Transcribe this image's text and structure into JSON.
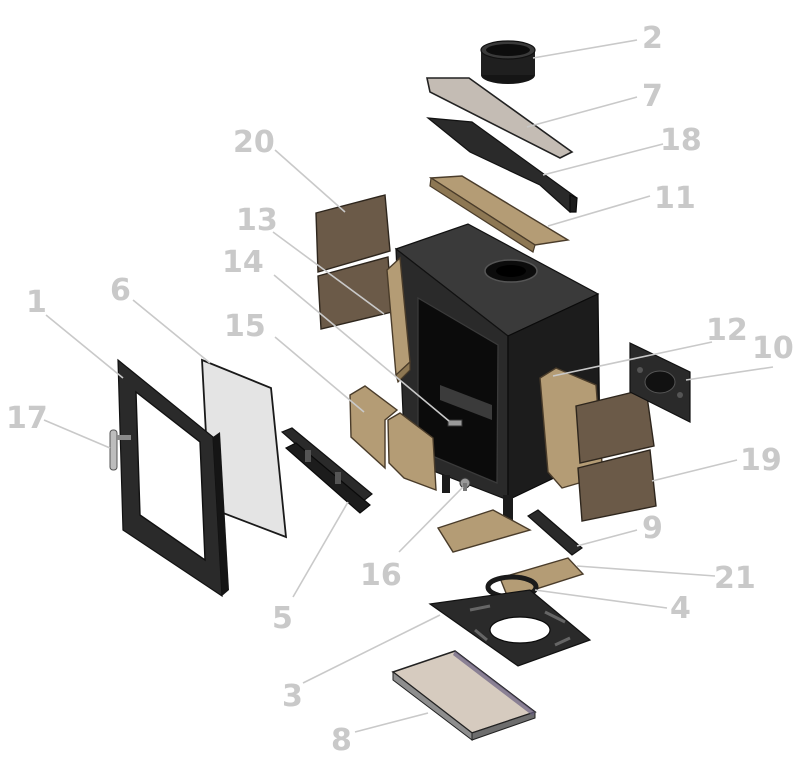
{
  "diagram": {
    "callouts": [
      {
        "id": "1",
        "label": "1"
      },
      {
        "id": "2",
        "label": "2"
      },
      {
        "id": "3",
        "label": "3"
      },
      {
        "id": "4",
        "label": "4"
      },
      {
        "id": "5",
        "label": "5"
      },
      {
        "id": "6",
        "label": "6"
      },
      {
        "id": "7",
        "label": "7"
      },
      {
        "id": "8",
        "label": "8"
      },
      {
        "id": "9",
        "label": "9"
      },
      {
        "id": "10",
        "label": "10"
      },
      {
        "id": "11",
        "label": "11"
      },
      {
        "id": "12",
        "label": "12"
      },
      {
        "id": "13",
        "label": "13"
      },
      {
        "id": "14",
        "label": "14"
      },
      {
        "id": "15",
        "label": "15"
      },
      {
        "id": "16",
        "label": "16"
      },
      {
        "id": "17",
        "label": "17"
      },
      {
        "id": "18",
        "label": "18"
      },
      {
        "id": "19",
        "label": "19"
      },
      {
        "id": "20",
        "label": "20"
      },
      {
        "id": "21",
        "label": "21"
      }
    ],
    "colors": {
      "callout": "#c9c9c9",
      "firebrick": "#b49c75",
      "cast_iron": "#2a2a2a",
      "glass": "#e4e4e4",
      "baffle_plate": "#c4bcb4"
    }
  }
}
